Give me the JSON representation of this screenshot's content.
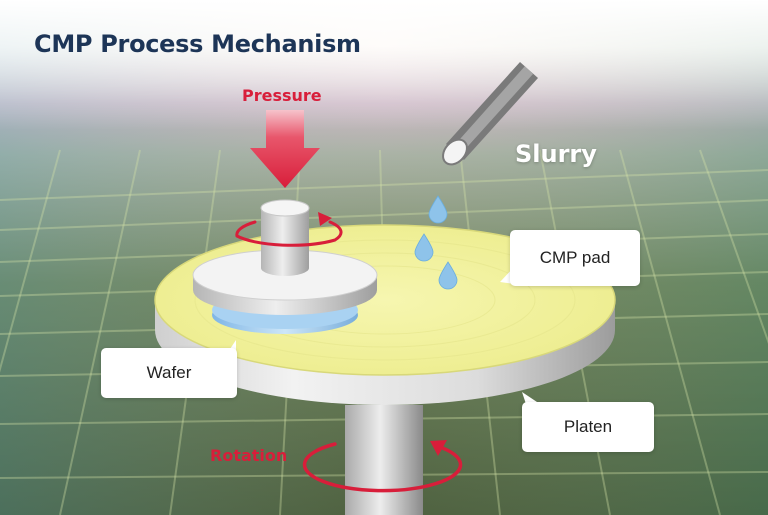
{
  "title": "CMP Process Mechanism",
  "labels": {
    "pressure": "Pressure",
    "slurry": "Slurry",
    "cmp_pad": "CMP pad",
    "wafer": "Wafer",
    "platen": "Platen",
    "rotation": "Rotation"
  },
  "colors": {
    "title": "#1d3557",
    "accent_red": "#d81e3a",
    "pad_yellow": "#f1f19a",
    "slurry_blue": "#8ec3ea"
  },
  "icons": [
    "pressure-arrow-icon",
    "nozzle-icon",
    "droplet-icon",
    "rotation-arrow-icon"
  ]
}
